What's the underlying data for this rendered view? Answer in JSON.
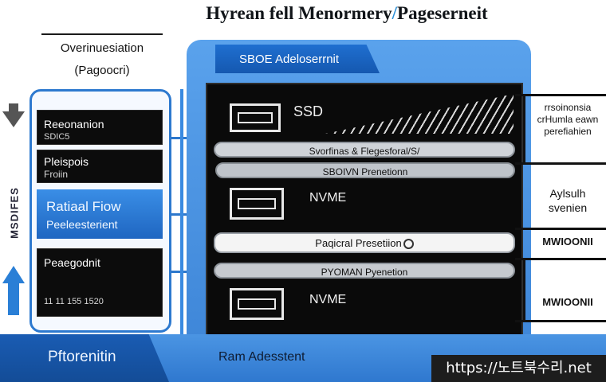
{
  "title": {
    "text": "Hyrean fell Menormery",
    "mark": "/",
    "text2": "Pageserneit"
  },
  "left_header": {
    "line1": "Overinuesiation",
    "line2": "(Pagoocri)"
  },
  "left_panel": {
    "boxes": [
      {
        "line1": "Reeonanion",
        "line2": "SDIC5",
        "style": "dark"
      },
      {
        "line1": "Pleispois",
        "line2": "Froiin",
        "style": "dark"
      },
      {
        "line1": "Ratiaal Fiow",
        "line2": "Peeleesterient",
        "style": "blue"
      },
      {
        "line1": "Peaegodnit",
        "line2": "11 11 155 1520",
        "style": "dark"
      }
    ]
  },
  "side_label": "MSDIFES",
  "main_panel": {
    "tab_label": "SBOE Adeloserrnit",
    "rows": [
      {
        "label": "SSD"
      },
      {
        "pill": "Svorfinas & Flegesforal/S/"
      },
      {
        "pill": "SBOIVN Prenetionn"
      },
      {
        "label": "NVME"
      },
      {
        "pill": "Paqicral Presetiion"
      },
      {
        "pill": "PYOMAN Pyenetion"
      },
      {
        "label": "NVME"
      }
    ]
  },
  "right_annotations": [
    {
      "lines": [
        "rrsoinonsia",
        "crHumla eawn",
        "perefiahien"
      ]
    },
    {
      "lines": [
        "Aylsulh",
        "svenien"
      ]
    },
    {
      "lines": [
        "MWIOONII"
      ]
    },
    {
      "lines": [
        "MWIOONII"
      ]
    }
  ],
  "bottom": {
    "left_label": "Pftorenitin",
    "center_label": "Ram Adesstent"
  },
  "watermark": "https://노트북수리.net",
  "colors": {
    "panel_blue": "#4a93e2",
    "tab_blue": "#1a63c0",
    "dark_fill": "#0a0a0a",
    "pill_grey": "#c6cacf",
    "bottom_blue": "#3a84d7"
  }
}
